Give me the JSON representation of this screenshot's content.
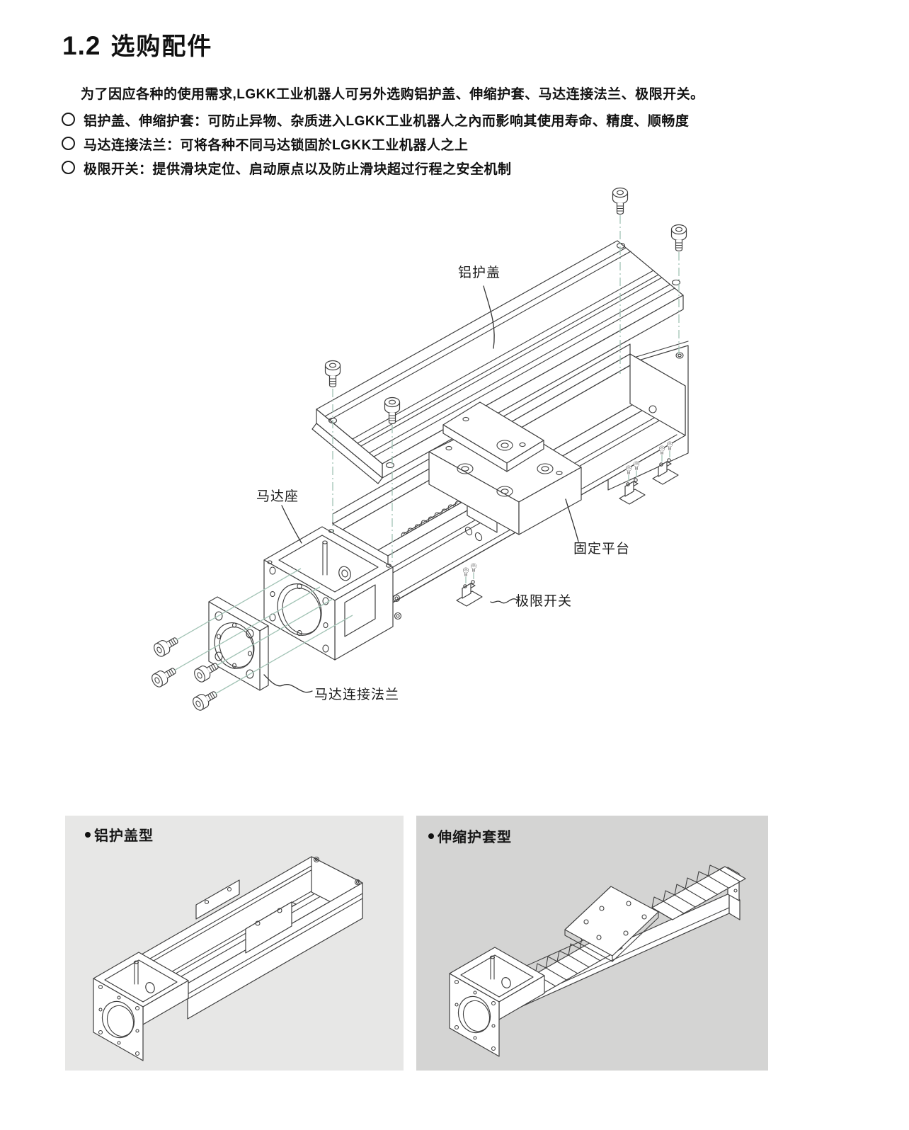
{
  "page": {
    "section": {
      "number": "1.2",
      "title": "选购配件"
    },
    "intro": "为了因应各种的使用需求,LGKK工业机器人可另外选购铝护盖、伸缩护套、马达连接法兰、极限开关。",
    "bullets": [
      {
        "text": "铝护盖、伸缩护套：可防止异物、杂质进入LGKK工业机器人之內而影响其使用寿命、精度、顺畅度"
      },
      {
        "text": "马达连接法兰：可将各种不同马达锁固於LGKK工业机器人之上"
      },
      {
        "text": "极限开关：提供滑块定位、启动原点以及防止滑块超过行程之安全机制"
      }
    ]
  },
  "diagram": {
    "type": "exploded-isometric-technical-drawing",
    "part_labels": [
      {
        "id": "aluminum-cover",
        "text": "铝护盖"
      },
      {
        "id": "motor-mount",
        "text": "马达座"
      },
      {
        "id": "fixed-platform",
        "text": "固定平台"
      },
      {
        "id": "limit-switch",
        "text": "极限开关"
      },
      {
        "id": "motor-flange",
        "text": "马达连接法兰"
      }
    ],
    "colors": {
      "line": "#3f3f3f",
      "centerline": "#a2c3b5"
    }
  },
  "panels": [
    {
      "id": "cover-type",
      "label": "铝护盖型",
      "background": "#e7e7e6"
    },
    {
      "id": "bellows-type",
      "label": "伸缩护套型",
      "background": "#d4d4d3"
    }
  ]
}
